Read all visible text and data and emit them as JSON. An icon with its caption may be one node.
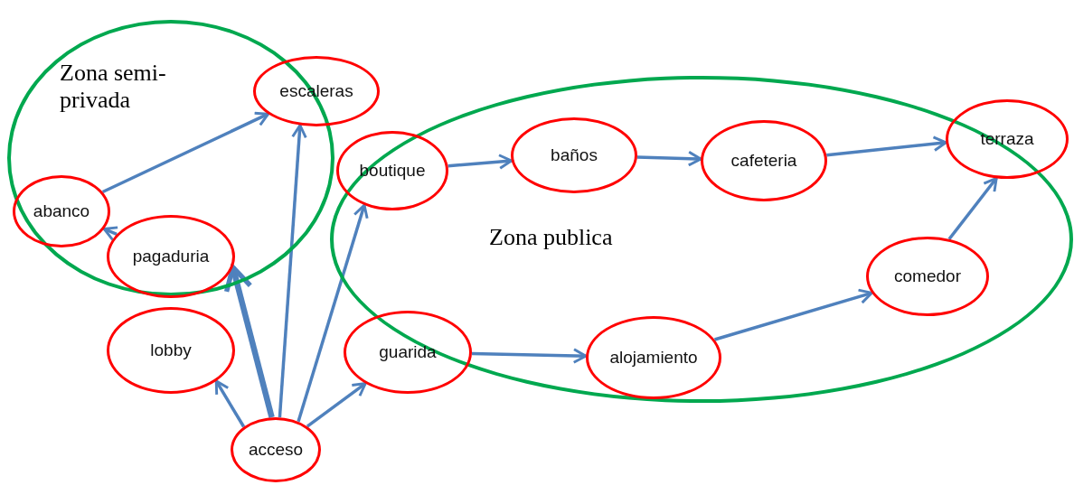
{
  "diagram": {
    "nodes": [
      {
        "text": [
          "Zona semi-privada"
        ]
      },
      {
        "text": [
          "escaleras"
        ]
      },
      {
        "text": [
          "abanco"
        ],
        "in": 0
      },
      {
        "text": [
          "pagaduria"
        ],
        "in": 0
      },
      {
        "text": [
          "boutique"
        ],
        "in": 5
      },
      {
        "text": [
          "Zona publica"
        ]
      },
      {
        "text": [
          "baños"
        ],
        "in": 5
      },
      {
        "text": [
          "cafeteria"
        ],
        "in": 5
      },
      {
        "text": [
          "terraza"
        ],
        "in": 5
      },
      {
        "text": [
          "lobby"
        ]
      },
      {
        "text": [
          "comedor"
        ],
        "in": 5
      },
      {
        "text": [
          "guarida"
        ],
        "in": 5
      },
      {
        "text": [
          "alojamiento"
        ],
        "in": 5
      },
      {
        "text": [
          "acceso"
        ]
      }
    ],
    "edges": [
      {
        "from": 2,
        "to": 1,
        "arrow": "to"
      },
      {
        "from": 3,
        "to": 2,
        "arrow": "to"
      },
      {
        "from": 13,
        "to": 3,
        "arrow": "to",
        "style": "thick"
      },
      {
        "from": 13,
        "to": 1,
        "arrow": "to"
      },
      {
        "from": 13,
        "to": 4,
        "arrow": "to"
      },
      {
        "from": 13,
        "to": 11,
        "arrow": "to"
      },
      {
        "from": 13,
        "to": 9,
        "arrow": "to"
      },
      {
        "from": 4,
        "to": 6,
        "arrow": "to"
      },
      {
        "from": 6,
        "to": 7,
        "arrow": "to"
      },
      {
        "from": 7,
        "to": 8,
        "arrow": "to"
      },
      {
        "from": 11,
        "to": 12,
        "arrow": "to"
      },
      {
        "from": 12,
        "to": 10,
        "arrow": "to"
      },
      {
        "from": 10,
        "to": 8,
        "arrow": "to"
      }
    ]
  }
}
